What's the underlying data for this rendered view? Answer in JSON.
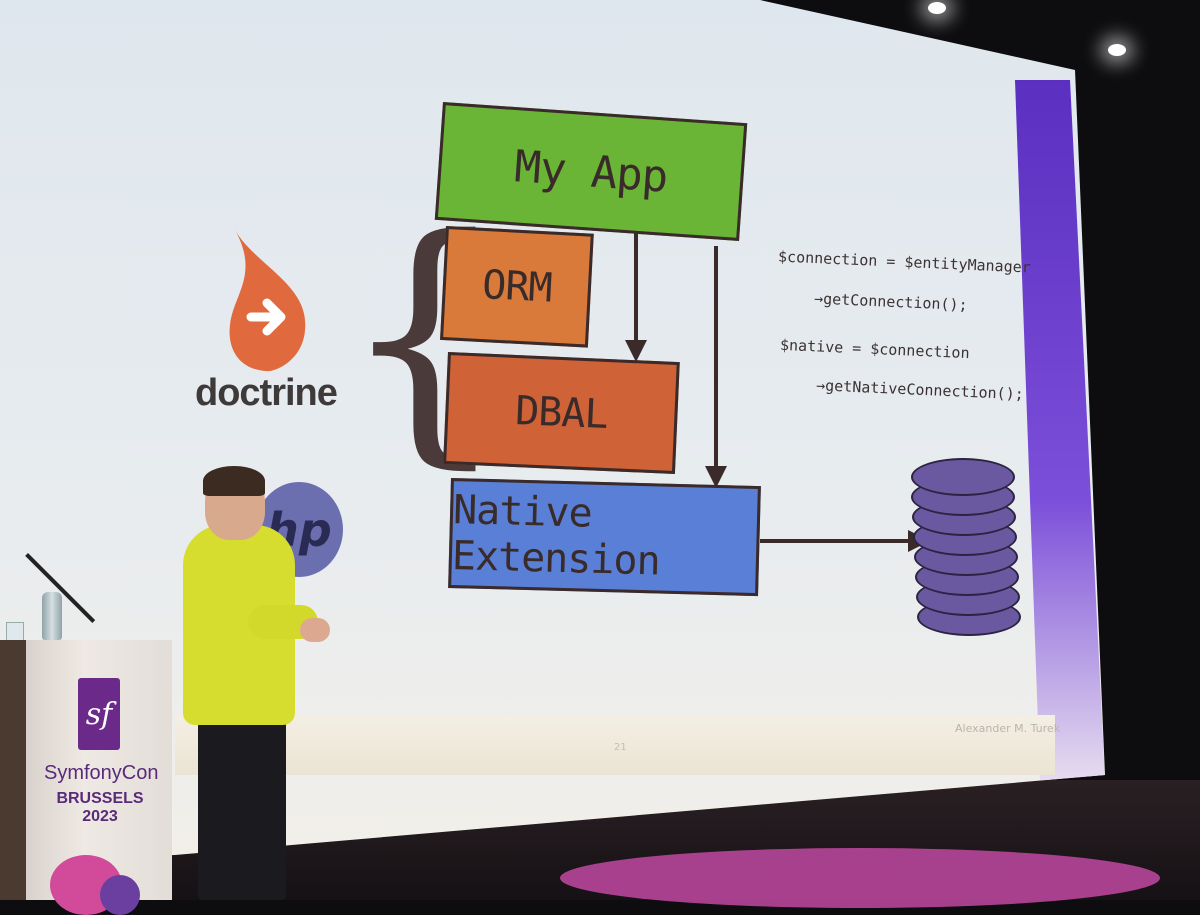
{
  "slide": {
    "layers": {
      "my_app": "My App",
      "orm": "ORM",
      "dbal": "DBAL",
      "native_extension": "Native Extension"
    },
    "code": {
      "line1": "$connection = $entityManager",
      "line2": "    →getConnection();",
      "line3": "$native = $connection",
      "line4": "    →getNativeConnection();"
    },
    "logos": {
      "doctrine": "doctrine",
      "php": "hp"
    },
    "author": "Alexander M. Turek",
    "page_number": "21",
    "colors": {
      "my_app": "#6ab536",
      "orm": "#d9793a",
      "dbal": "#cf6236",
      "native_extension": "#5a7fd6",
      "database": "#6a58a0",
      "doctrine_logo": "#e06a3e"
    }
  },
  "podium": {
    "logo_letter": "sf",
    "brand": "SymfonyCon",
    "event": "BRUSSELS 2023"
  }
}
